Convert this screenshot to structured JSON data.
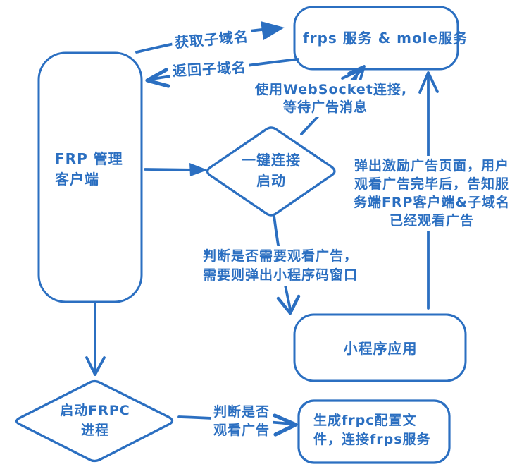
{
  "diagram": {
    "ink_color": "#2b6fc1",
    "background_color": "#ffffff",
    "nodes": {
      "frps_service": {
        "shape": "rounded-rect",
        "label": "frps 服务 & mole服务"
      },
      "frp_client": {
        "shape": "rounded-rect",
        "lines": [
          "FRP 管理",
          "客户端"
        ]
      },
      "one_click_connect": {
        "shape": "diamond",
        "lines": [
          "一键连接",
          "启动"
        ]
      },
      "mini_program_app": {
        "shape": "rounded-rect",
        "label": "小程序应用"
      },
      "start_frpc_process": {
        "shape": "diamond",
        "lines": [
          "启动FRPC",
          "进程"
        ]
      },
      "generate_frpc_config": {
        "shape": "rounded-rect",
        "lines": [
          "生成frpc配置文",
          "件，连接frps服务"
        ]
      }
    },
    "edges": {
      "get_subdomain": {
        "label": "获取子域名"
      },
      "return_subdomain": {
        "label": "返回子域名"
      },
      "websocket_connect": {
        "lines": [
          "使用WebSocket连接,",
          "等待广告消息"
        ]
      },
      "reward_ad_notify": {
        "lines": [
          "弹出激励广告页面，用户",
          "观看广告完毕后，告知服",
          "务端FRP客户端&子域名",
          "已经观看广告"
        ]
      },
      "judge_need_watch_ad": {
        "lines": [
          "判断是否需要观看广告，",
          "需要则弹出小程序码窗口"
        ]
      },
      "judge_watched_ad": {
        "lines": [
          "判断是否",
          "观看广告"
        ]
      }
    }
  }
}
